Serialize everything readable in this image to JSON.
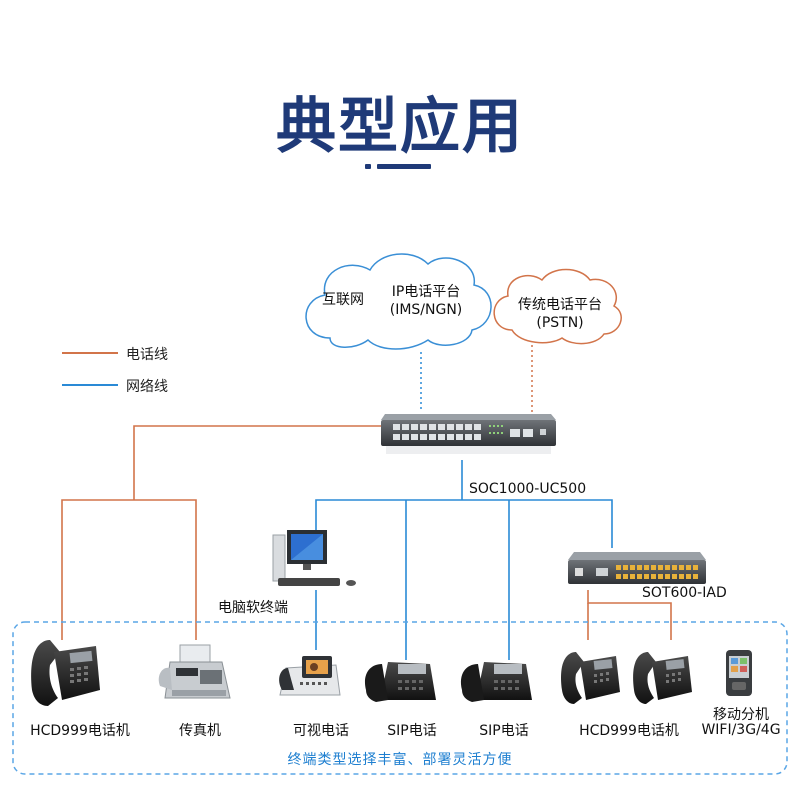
{
  "title": "典型应用",
  "legend": {
    "phone_line": "电话线",
    "network_line": "网络线"
  },
  "clouds": {
    "internet_label": "互联网",
    "ip_platform": "IP电话平台",
    "ip_platform_sub": "(IMS/NGN)",
    "pstn_platform": "传统电话平台",
    "pstn_platform_sub": "(PSTN)"
  },
  "devices": {
    "switch_label": "SOC1000-UC500",
    "iad_label": "SOT600-IAD",
    "pc_label": "电脑软终端",
    "terminals": [
      "HCD999电话机",
      "传真机",
      "可视电话",
      "SIP电话",
      "SIP电话",
      "HCD999电话机",
      "移动分机",
      "WIFI/3G/4G"
    ]
  },
  "footer": "终端类型选择丰富、部署灵活方便",
  "colors": {
    "title": "#1f3a78",
    "phone_line": "#d2744a",
    "network_line": "#2a8ad6",
    "frame_dash": "#5aa6e6"
  }
}
